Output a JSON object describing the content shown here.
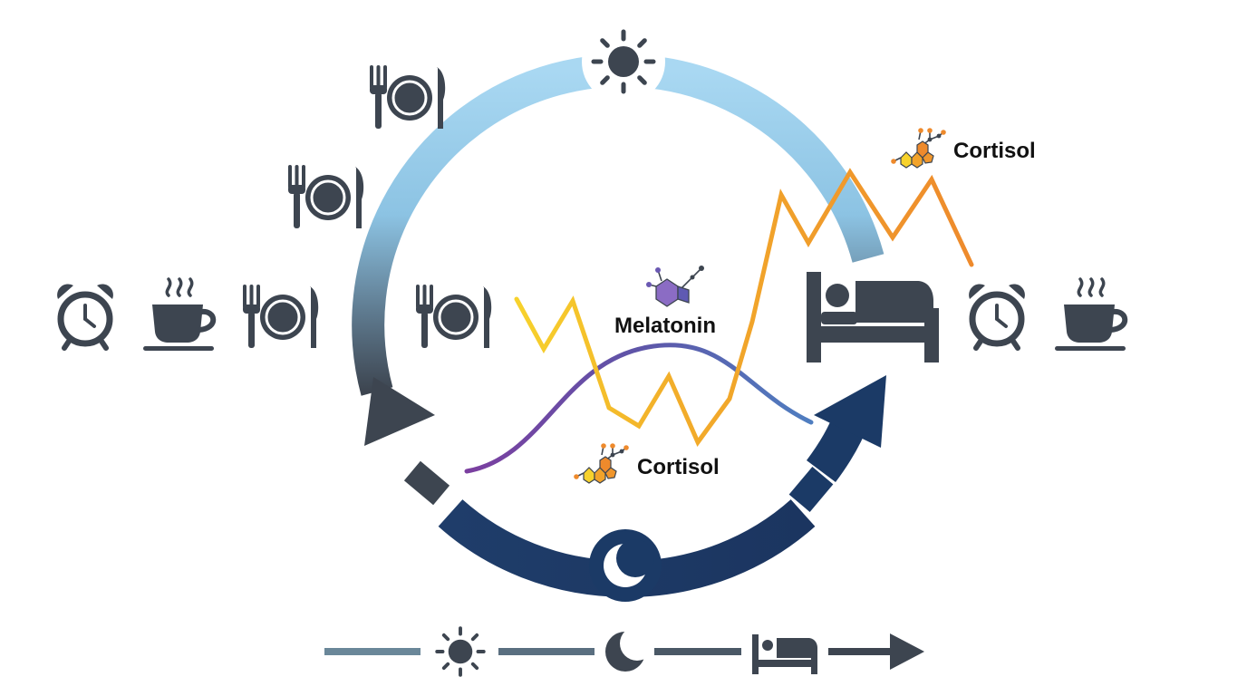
{
  "labels": {
    "cortisol_top": "Cortisol",
    "melatonin": "Melatonin",
    "cortisol_bottom": "Cortisol"
  },
  "icons": {
    "sun": "sun-icon",
    "moon": "moon-icon",
    "bed": "bed-icon",
    "alarm": "alarm-clock-icon",
    "coffee": "coffee-cup-icon",
    "meal": "plate-cutlery-icon",
    "molecule": "molecule-icon",
    "arrow": "arrow-icon"
  },
  "colors": {
    "day_arc": "#9fd2ef",
    "night_arc": "#1b3a66",
    "icon_gray": "#3d4550",
    "cortisol_curve_start": "#f7d22c",
    "cortisol_curve_end": "#ee8a2c",
    "melatonin_curve_start": "#7b3fa0",
    "melatonin_curve_end": "#4f7ec0",
    "timeline_start": "#6a8799",
    "timeline_end": "#3d4550"
  }
}
